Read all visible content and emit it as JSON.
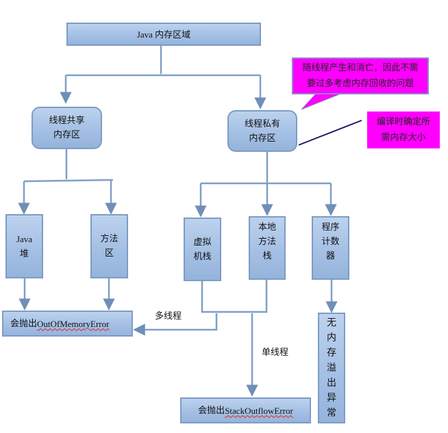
{
  "diagram": {
    "root": {
      "label": "Java 内存区域"
    },
    "shared_region": {
      "label": "线程共享\n内存区"
    },
    "private_region": {
      "label": "线程私有\n内存区"
    },
    "java_heap": {
      "label": "Java\n堆"
    },
    "method_area": {
      "label": "方法\n区"
    },
    "vm_stack": {
      "label": "虚拟\n机栈"
    },
    "native_method_stack": {
      "label": "本地\n方法\n栈"
    },
    "program_counter": {
      "label": "程序\n计数\n器"
    },
    "oom_error": {
      "prefix": "会抛出 ",
      "error": "OutOfMemoryError"
    },
    "so_error": {
      "prefix": "会抛出 ",
      "error": "StackOutflowError"
    },
    "no_overflow": {
      "label": "无\n内\n存\n溢\n出\n异\n常"
    },
    "edge_labels": {
      "multi_thread": "多线程",
      "single_thread": "单线程"
    },
    "callouts": {
      "thread_lifecycle": "随线程产生和消亡，因此不需\n要过多考虑内存回收的问题",
      "compile_time": "编译时确定所\n需内存大小"
    }
  },
  "colors": {
    "node_fill": "#a5c0e4",
    "node_border": "#7d9cc4",
    "connector": "#6f8fb8",
    "callout_fill": "#ff00ff",
    "callout_line": "#1a1a6a"
  }
}
